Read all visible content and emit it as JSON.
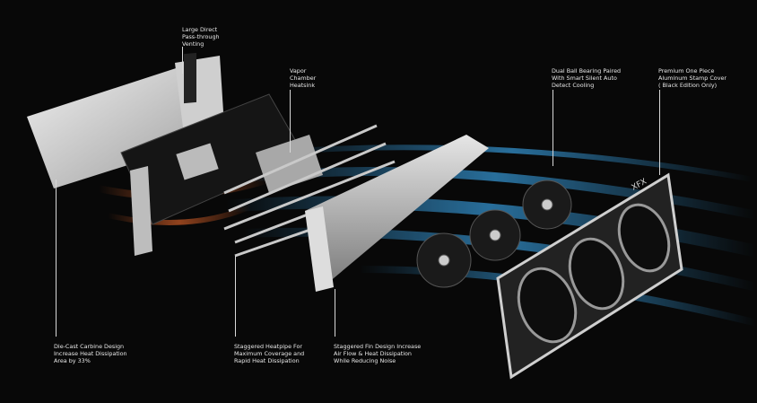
{
  "callouts": {
    "venting": "Large Direct\nPass-through\nVenting",
    "vapor": "Vapor\nChamber\nHeatsink",
    "fans": "Dual Ball Bearing Paired\nWith Smart Silent Auto\nDetect Cooling",
    "cover": "Premium One Piece\nAluminum Stamp Cover\n( Black Edition Only)",
    "backplate": "Die-Cast Carbine Design\nIncrease Heat Dissipation\nArea by 33%",
    "heatpipe": "Staggered Heatpipe For\nMaximum Coverage and\nRapid Heat Dissipation",
    "fin": "Staggered Fin Design Increase\nAir Flow & Heat Dissipation\nWhile Reducing Noise"
  },
  "brand_mark": "XFX",
  "colors": {
    "background": "#080808",
    "airflow": "#3fb4ff",
    "heat": "#e0642a",
    "backplate": "#d9d9d9",
    "shroud": "#2a2a2a"
  }
}
